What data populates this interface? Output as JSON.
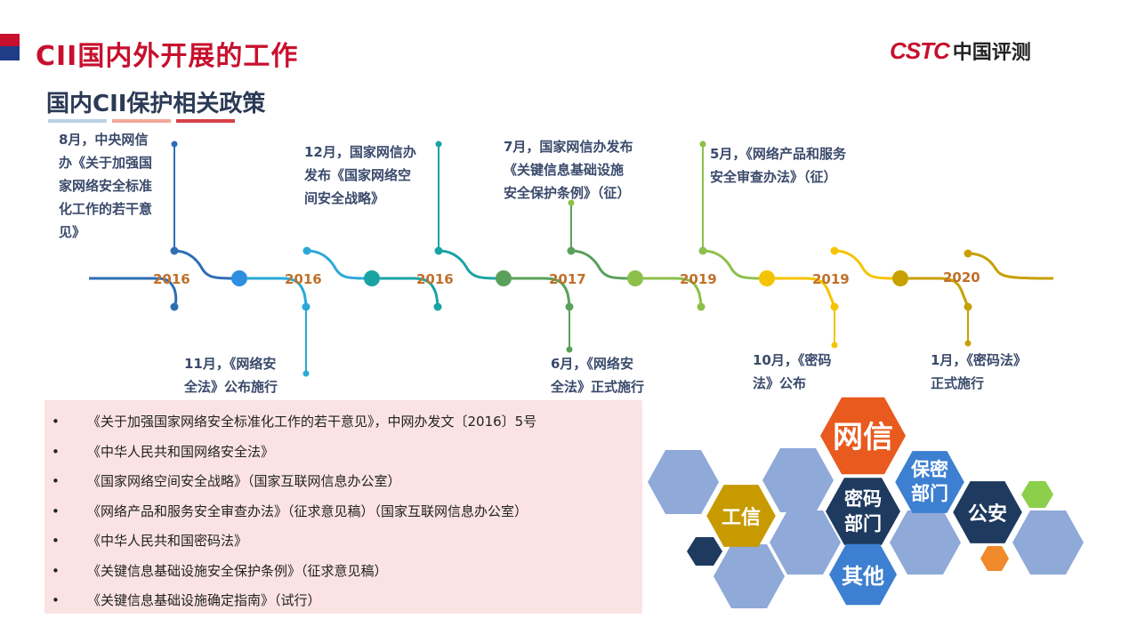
{
  "header": {
    "title": "CII国内外开展的工作",
    "logo_brand": "CSTC",
    "logo_text": "中国评测"
  },
  "section": {
    "title": "国内CII保护相关政策"
  },
  "timeline": {
    "years": [
      "2016",
      "2016",
      "2016",
      "2017",
      "2019",
      "2019",
      "2020"
    ],
    "events_above": [
      {
        "lines": [
          "8月，中央网信",
          "办《关于加强国",
          "家网络安全标准",
          "化工作的若干意",
          "见》"
        ]
      },
      {
        "lines": [
          "12月，国家网信办",
          "发布《国家网络空",
          "间安全战略》"
        ]
      },
      {
        "lines": [
          "7月，国家网信办发布",
          "《关键信息基础设施",
          "安全保护条例》（征）"
        ]
      },
      {
        "lines": [
          "5月，《网络产品和服务",
          "安全审查办法》（征）"
        ]
      }
    ],
    "events_below": [
      {
        "lines": [
          "11月，《网络安",
          "全法》公布施行"
        ]
      },
      {
        "lines": [
          "6月，《网络安",
          "全法》正式施行"
        ]
      },
      {
        "lines": [
          "10月，《密码",
          "法》公布"
        ]
      },
      {
        "lines": [
          "1月，《密码法》",
          "正式施行"
        ]
      }
    ],
    "colors": [
      "#2e6db4",
      "#2aa8d8",
      "#1aa3a3",
      "#5aa05a",
      "#8cc04a",
      "#f5c400",
      "#c8a000"
    ]
  },
  "policies": {
    "bullet": "•",
    "items": [
      "《关于加强国家网络安全标准化工作的若干意见》，中网办发文〔2016〕5号",
      "《中华人民共和国网络安全法》",
      "《国家网络空间安全战略》（国家互联网信息办公室）",
      "《网络产品和服务安全审查办法》（征求意见稿）（国家互联网信息办公室）",
      "《中华人民共和国密码法》",
      "《关键信息基础设施安全保护条例》（征求意见稿）",
      "《关键信息基础设施确定指南》（试行）"
    ]
  },
  "hex_cluster": {
    "labels": {
      "wangxin": "网信",
      "gongxin": "工信",
      "mima": "密码部门",
      "mima_l1": "密码",
      "mima_l2": "部门",
      "baomi_l1": "保密",
      "baomi_l2": "部门",
      "gongan": "公安",
      "qita": "其他"
    },
    "colors": {
      "orange": "#e85a1e",
      "gold": "#c79a00",
      "navy": "#1f3a5f",
      "blue": "#3d7fd0",
      "light": "#8fa9d9",
      "green": "#8ccf4a",
      "orange_small": "#f08a2a"
    }
  }
}
